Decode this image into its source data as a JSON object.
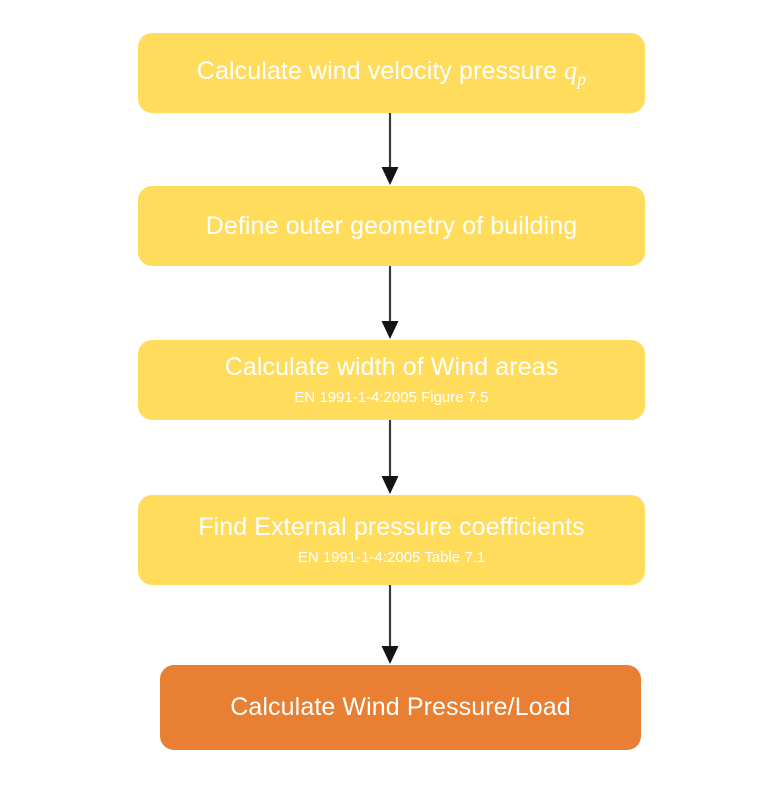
{
  "diagram": {
    "type": "flowchart",
    "orientation": "vertical",
    "background_color": "#FFFFFF",
    "colors": {
      "step_fill": "#FFDC5C",
      "final_fill": "#E87F32",
      "text": "#FFFFFF",
      "connector": "#3B3B3B"
    },
    "nodes": [
      {
        "id": "node-1",
        "name": "calculate-wind-velocity-pressure",
        "title_prefix": "Calculate wind velocity pressure ",
        "title_symbol": "q",
        "title_symbol_sub": "p",
        "subtitle": "",
        "fill": "#FFDC5C"
      },
      {
        "id": "node-2",
        "name": "define-outer-geometry-of-building",
        "title": "Define outer geometry of building",
        "subtitle": "",
        "fill": "#FFDC5C"
      },
      {
        "id": "node-3",
        "name": "calculate-width-of-wind-areas",
        "title": "Calculate width of Wind areas",
        "subtitle": "EN 1991-1-4:2005 Figure 7.5",
        "fill": "#FFDC5C"
      },
      {
        "id": "node-4",
        "name": "find-external-pressure-coefficients",
        "title": "Find External pressure coefficients",
        "subtitle": "EN 1991-1-4:2005 Table 7.1",
        "fill": "#FFDC5C"
      },
      {
        "id": "node-5",
        "name": "calculate-wind-pressure-load",
        "title": "Calculate Wind Pressure/Load",
        "subtitle": "",
        "fill": "#E87F32"
      }
    ],
    "connectors": [
      {
        "from": "node-1",
        "to": "node-2",
        "icon": "arrow-down-icon"
      },
      {
        "from": "node-2",
        "to": "node-3",
        "icon": "arrow-down-icon"
      },
      {
        "from": "node-3",
        "to": "node-4",
        "icon": "arrow-down-icon"
      },
      {
        "from": "node-4",
        "to": "node-5",
        "icon": "arrow-down-icon"
      }
    ]
  }
}
